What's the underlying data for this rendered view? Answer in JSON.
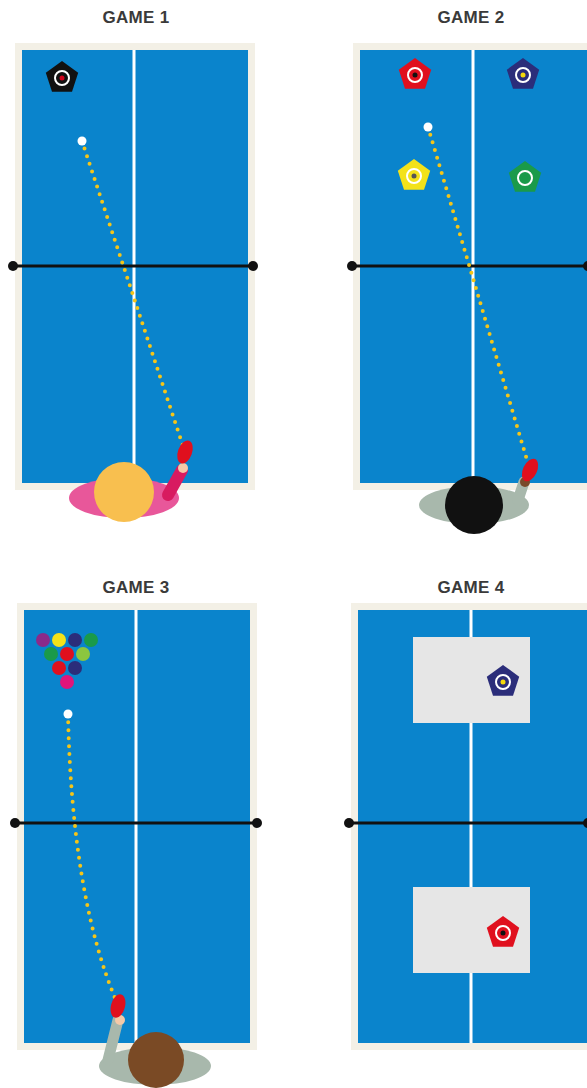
{
  "diagram": {
    "labels": [
      "GAME 1",
      "GAME 2",
      "GAME 3",
      "GAME 4"
    ]
  }
}
